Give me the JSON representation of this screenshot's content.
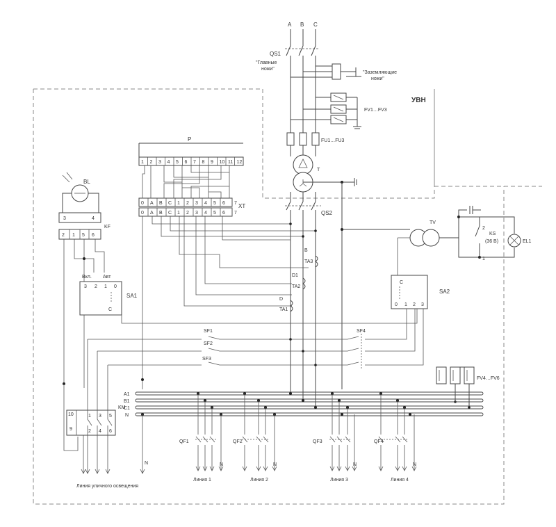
{
  "phases": [
    "A",
    "B",
    "C"
  ],
  "qs1": {
    "label": "QS1",
    "main_knives": "\"Главные\nножи\"",
    "earthing_knives": "\"Заземляющие\nножи\""
  },
  "uvn": {
    "label": "УВН",
    "fv_label": "FV1…FV3",
    "fu_label": "FU1…FU3",
    "t_label": "T"
  },
  "qs2": "QS2",
  "p_block": {
    "label": "P",
    "terminals": [
      "1",
      "2",
      "3",
      "4",
      "5",
      "6",
      "7",
      "8",
      "9",
      "10",
      "11",
      "12"
    ]
  },
  "xt_block": {
    "label": "XT",
    "top": [
      "0",
      "A",
      "B",
      "C",
      "1",
      "2",
      "3",
      "4",
      "5",
      "6",
      "7"
    ],
    "bottom": [
      "0",
      "A",
      "B",
      "C",
      "1",
      "2",
      "3",
      "4",
      "5",
      "6",
      "7"
    ]
  },
  "bl": "BL",
  "kf": {
    "label": "KF",
    "top": [
      "3",
      "4"
    ],
    "bottom": [
      "2",
      "1",
      "5",
      "6"
    ]
  },
  "sa1": {
    "label": "SA1",
    "on": "Вкл.",
    "auto": "Авт",
    "terms": [
      "3",
      "2",
      "1",
      "0"
    ],
    "c": "C"
  },
  "tv": "TV",
  "ks": {
    "label": "KS",
    "volt": "(36 В)",
    "t2": "2",
    "t1": "1"
  },
  "el1": "EL1",
  "ta": [
    {
      "label": "TA3",
      "sub": "B"
    },
    {
      "label": "TA2",
      "sub": "D1"
    },
    {
      "label": "TA1",
      "sub": "D"
    }
  ],
  "sa2": {
    "label": "SA2",
    "c": "C",
    "terms": [
      "0",
      "1",
      "2",
      "3"
    ]
  },
  "sf": [
    "SF1",
    "SF2",
    "SF3",
    "SF4"
  ],
  "fv46": "FV4…FV6",
  "bus": [
    "A1",
    "B1",
    "C1",
    "N"
  ],
  "km": {
    "label": "KM",
    "terms_top": [
      "10",
      "1",
      "3",
      "5"
    ],
    "terms_bottom": [
      "9",
      "2",
      "4",
      "6"
    ]
  },
  "qf": [
    "QF1",
    "QF2",
    "QF3",
    "QF4"
  ],
  "n_label": "N",
  "lines": [
    "Линия уличного освещения",
    "Линия 1",
    "Линия 2",
    "Линия 3",
    "Линия 4"
  ]
}
